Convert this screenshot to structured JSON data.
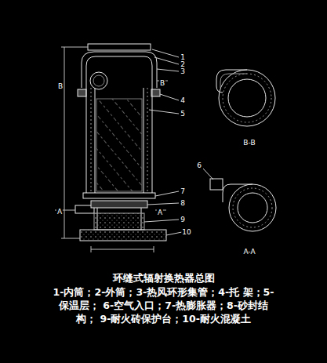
{
  "diagram": {
    "title": "环缝式辐射换热器总图",
    "caption": "1-内筒；2-外筒；3-热风环形集管；4-托 架；5-保温层； 6-空气入口；7-热膨胀器；8-砂封结构； 9-耐火砖保护台；10-耐火混凝土",
    "labels": [
      "1",
      "2",
      "3",
      "4",
      "5",
      "B",
      "B",
      "A",
      "A",
      "B-B",
      "6",
      "A-A",
      "7",
      "8",
      "9",
      "10"
    ]
  }
}
